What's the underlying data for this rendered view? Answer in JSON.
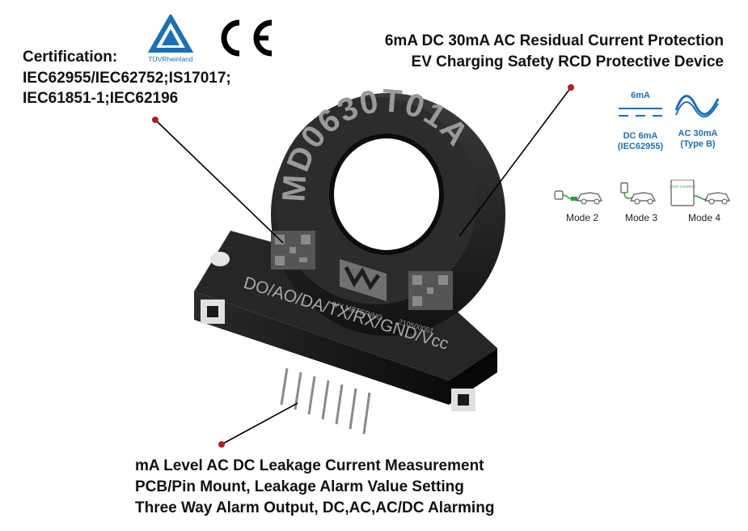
{
  "certification": {
    "title": "Certification:",
    "line1": "IEC62955/IEC62752;IS17017;",
    "line2": "IEC61851-1;IEC62196",
    "tuv_logo_text": "TÜVRheinland",
    "ce_mark": "CE"
  },
  "headline": {
    "line1": "6mA DC 30mA AC Residual Current Protection",
    "line2": "EV Charging Safety RCD Protective Device"
  },
  "features": {
    "line1": "mA Level AC DC Leakage Current Measurement",
    "line2": "PCB/Pin Mount,  Leakage Alarm Value Setting",
    "line3": "Three Way Alarm Output, DC,AC,AC/DC Alarming"
  },
  "protection_icons": {
    "dc_top": "6mA",
    "dc_label1": "DC 6mA",
    "dc_label2": "(IEC62955)",
    "ac_label1": "AC 30mA",
    "ac_label2": "(Type B)"
  },
  "modes": [
    "Mode 2",
    "Mode 3",
    "Mode 4"
  ],
  "mode4_station_text": "FAST CHARGE",
  "device": {
    "model": "MD0630T01A",
    "brand": "IVY METERING",
    "pins": "DO/AO/DA/TX/RX/GND/Vcc",
    "serial": "210500051"
  },
  "colors": {
    "accent_blue": "#1f6fb5",
    "marker_red": "#b01e1e",
    "device_body": "#1d1d1d"
  }
}
